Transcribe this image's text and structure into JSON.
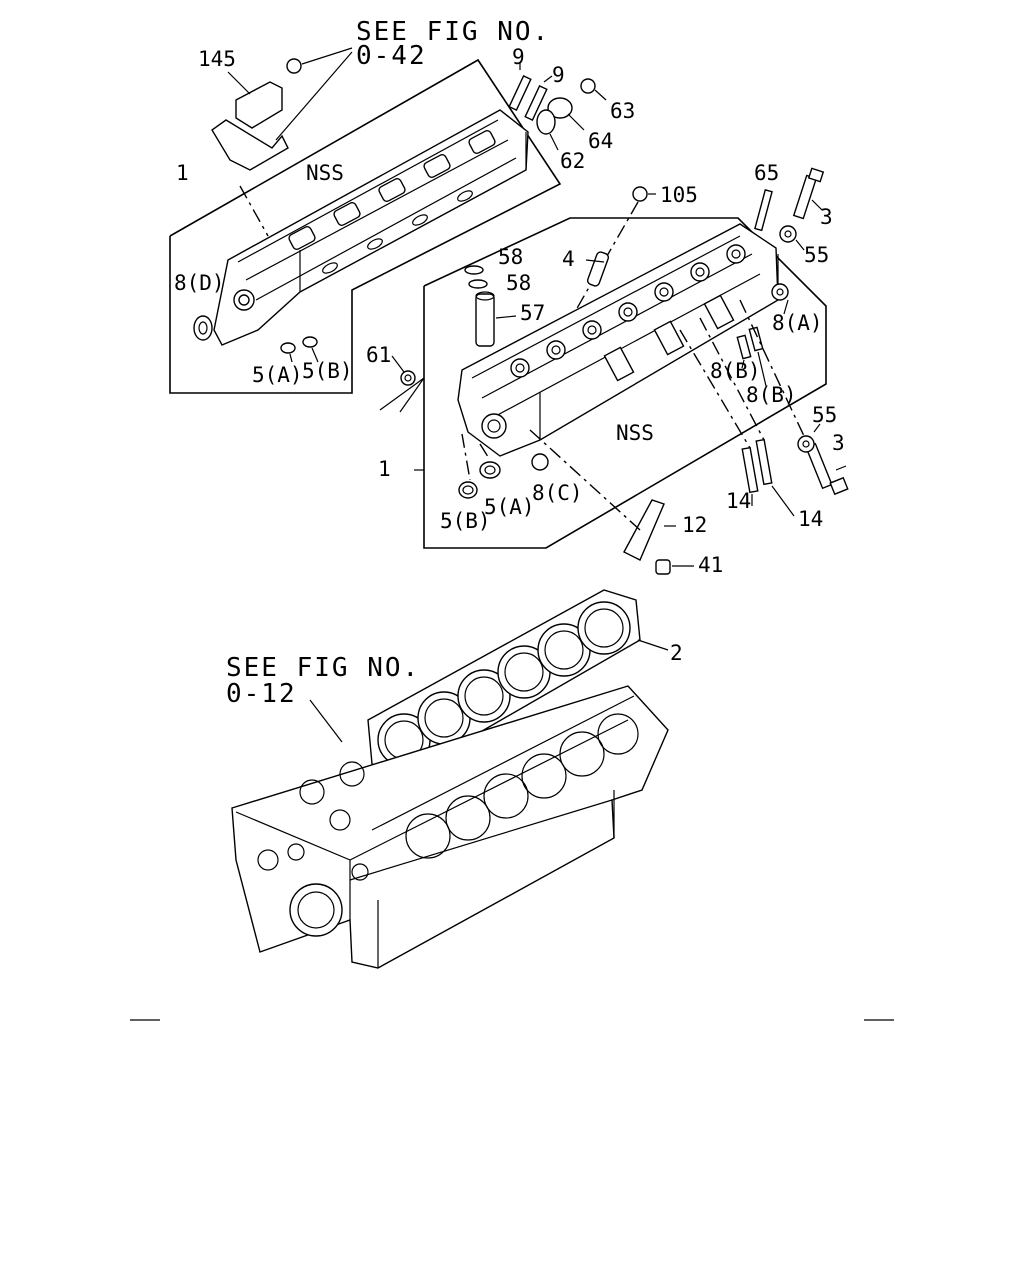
{
  "references": {
    "head_fig_line1": "SEE FIG NO.",
    "head_fig_line2": "0-42",
    "block_fig_line1": "SEE FIG NO.",
    "block_fig_line2": "0-12"
  },
  "labels": {
    "p145": "145",
    "p9a": "9",
    "p9b": "9",
    "p63": "63",
    "p64": "64",
    "p62": "62",
    "nss_top": "NSS",
    "p1_top": "1",
    "p8d": "8(D)",
    "p5a_top": "5(A)",
    "p5b_top": "5(B)",
    "p105": "105",
    "p65": "65",
    "p3_top": "3",
    "p55_top": "55",
    "p58a": "58",
    "p58b": "58",
    "p4": "4",
    "p57": "57",
    "p8a": "8(A)",
    "p61": "61",
    "p8b_a": "8(B)",
    "p8b_b": "8(B)",
    "p55_bot": "55",
    "p3_bot": "3",
    "nss_bot": "NSS",
    "p1_bot": "1",
    "p14a": "14",
    "p14b": "14",
    "p5b_bot": "5(B)",
    "p5a_bot": "5(A)",
    "p8c": "8(C)",
    "p12": "12",
    "p41": "41",
    "p2": "2"
  }
}
